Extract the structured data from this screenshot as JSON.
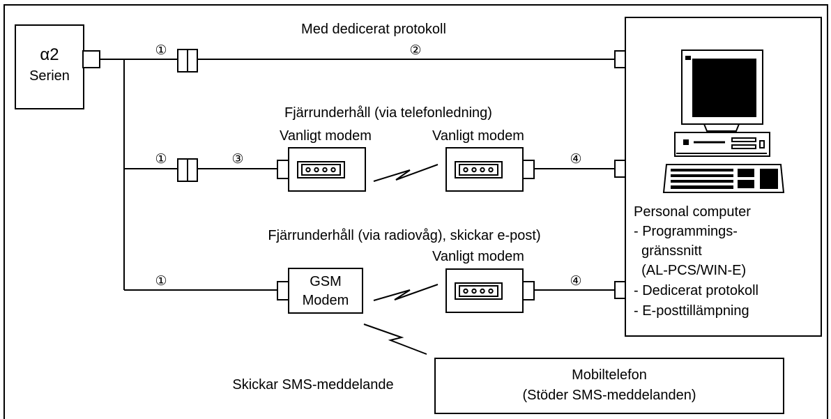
{
  "alpha_unit": {
    "line1": "α2",
    "line2": "Serien"
  },
  "route1": {
    "title": "Med dedicerat protokoll"
  },
  "route2": {
    "title": "Fjärrunderhåll (via telefonledning)",
    "modem_left_label": "Vanligt modem",
    "modem_right_label": "Vanligt modem"
  },
  "route3": {
    "title": "Fjärrunderhåll (via radiovåg), skickar e-post)",
    "gsm_line1": "GSM",
    "gsm_line2": "Modem",
    "modem_right_label": "Vanligt modem"
  },
  "markers": {
    "m1": "①",
    "m2": "②",
    "m3": "③",
    "m4": "④"
  },
  "pc": {
    "title": "Personal computer",
    "features": [
      "- Programmings-",
      "  gränssnitt",
      "  (AL-PCS/WIN-E)",
      "- Dedicerat protokoll",
      "- E-posttillämpning"
    ]
  },
  "sms": {
    "label": "Skickar SMS-meddelande"
  },
  "mobile": {
    "line1": "Mobiltelefon",
    "line2": "(Stöder SMS-meddelanden)"
  }
}
